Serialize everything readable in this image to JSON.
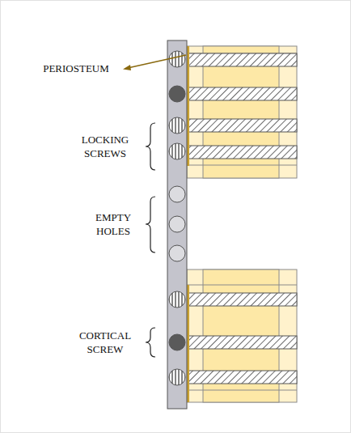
{
  "diagram": {
    "labels": [
      "PERIOSTEUM",
      "LOCKING SCREWS",
      "EMPTY HOLES",
      "CORTICAL SCREW"
    ]
  }
}
